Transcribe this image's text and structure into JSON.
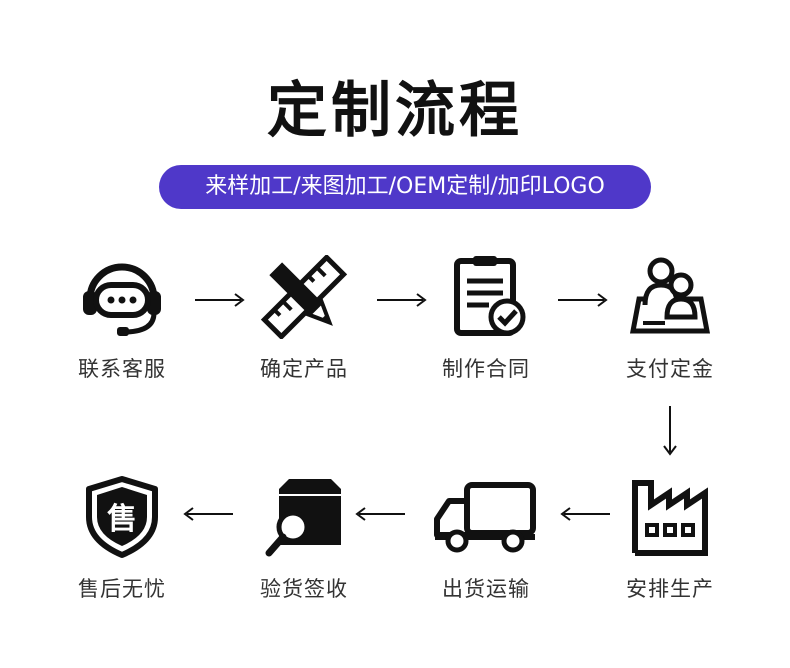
{
  "title": "定制流程",
  "subtitle": "来样加工/来图加工/OEM定制/加印LOGO",
  "steps": [
    {
      "label": "联系客服",
      "icon": "headset-icon"
    },
    {
      "label": "确定产品",
      "icon": "pencil-ruler-icon"
    },
    {
      "label": "制作合同",
      "icon": "contract-check-icon"
    },
    {
      "label": "支付定金",
      "icon": "people-card-icon"
    },
    {
      "label": "安排生产",
      "icon": "factory-icon"
    },
    {
      "label": "出货运输",
      "icon": "truck-icon"
    },
    {
      "label": "验货签收",
      "icon": "box-magnifier-icon"
    },
    {
      "label": "售后无忧",
      "icon": "shield-icon"
    }
  ],
  "shield_char": "售",
  "colors": {
    "accent": "#4f38c9",
    "icon": "#111111",
    "label": "#333333"
  }
}
